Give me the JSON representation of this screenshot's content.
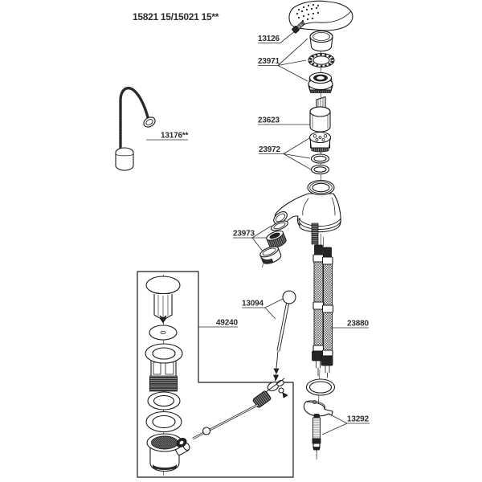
{
  "title": "15821 15/15021 15**",
  "labels": {
    "handle_screw": "13126",
    "cap_rings": "23971",
    "cartridge": "23623",
    "seals": "23972",
    "chain_plug": "13176**",
    "aerator": "23973",
    "lift_rod": "13094",
    "drain_assembly": "49240",
    "hoses": "23880",
    "fixing_set": "13292"
  },
  "colors": {
    "line": "#1a1a1a",
    "text": "#2c2c2c",
    "background": "#ffffff",
    "dark_fill": "#242424"
  }
}
